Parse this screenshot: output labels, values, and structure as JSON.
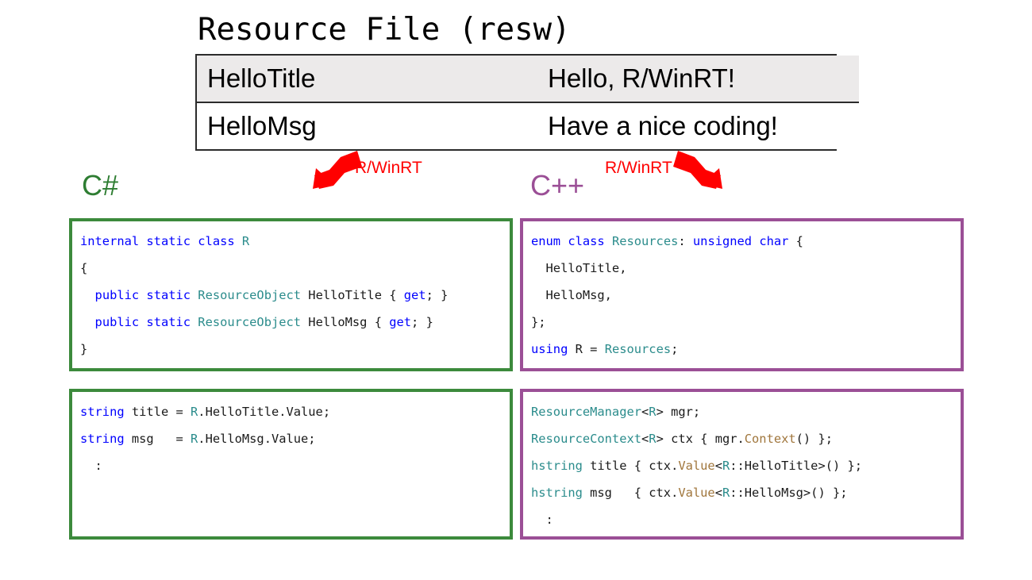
{
  "title": "Resource File (resw)",
  "resource_table": {
    "rows": [
      {
        "key": "HelloTitle",
        "value": "Hello, R/WinRT!"
      },
      {
        "key": "HelloMsg",
        "value": "Have a nice coding!"
      }
    ]
  },
  "languages": {
    "csharp": {
      "label": "C#",
      "color": "#2E7D32"
    },
    "cpp": {
      "label": "C++",
      "color": "#9B4F96"
    }
  },
  "annotations": {
    "left_arrow_label": "R/WinRT",
    "right_arrow_label": "R/WinRT",
    "arrow_color": "#FF0000"
  },
  "code_blocks": {
    "csharp_declaration": {
      "language": "C#",
      "border_color": "#3C8A3C",
      "lines": [
        [
          {
            "t": "internal ",
            "c": "kw"
          },
          {
            "t": "static ",
            "c": "kw"
          },
          {
            "t": "class ",
            "c": "kw"
          },
          {
            "t": "R",
            "c": "type"
          }
        ],
        [
          {
            "t": "{",
            "c": "pl"
          }
        ],
        [
          {
            "t": "  ",
            "c": "pl"
          },
          {
            "t": "public ",
            "c": "kw"
          },
          {
            "t": "static ",
            "c": "kw"
          },
          {
            "t": "ResourceObject ",
            "c": "type"
          },
          {
            "t": "HelloTitle { ",
            "c": "pl"
          },
          {
            "t": "get",
            "c": "kw"
          },
          {
            "t": "; }",
            "c": "pl"
          }
        ],
        [
          {
            "t": "  ",
            "c": "pl"
          },
          {
            "t": "public ",
            "c": "kw"
          },
          {
            "t": "static ",
            "c": "kw"
          },
          {
            "t": "ResourceObject ",
            "c": "type"
          },
          {
            "t": "HelloMsg { ",
            "c": "pl"
          },
          {
            "t": "get",
            "c": "kw"
          },
          {
            "t": "; }",
            "c": "pl"
          }
        ],
        [
          {
            "t": "}",
            "c": "pl"
          }
        ]
      ]
    },
    "cpp_declaration": {
      "language": "C++",
      "border_color": "#9B4F96",
      "lines": [
        [
          {
            "t": "enum ",
            "c": "kw"
          },
          {
            "t": "class ",
            "c": "kw"
          },
          {
            "t": "Resources",
            "c": "type"
          },
          {
            "t": ": ",
            "c": "pl"
          },
          {
            "t": "unsigned ",
            "c": "kw"
          },
          {
            "t": "char ",
            "c": "kw"
          },
          {
            "t": "{",
            "c": "pl"
          }
        ],
        [
          {
            "t": "  HelloTitle,",
            "c": "pl"
          }
        ],
        [
          {
            "t": "  HelloMsg,",
            "c": "pl"
          }
        ],
        [
          {
            "t": "};",
            "c": "pl"
          }
        ],
        [
          {
            "t": "using ",
            "c": "kw"
          },
          {
            "t": "R ",
            "c": "pl"
          },
          {
            "t": "= ",
            "c": "pl"
          },
          {
            "t": "Resources",
            "c": "type"
          },
          {
            "t": ";",
            "c": "pl"
          }
        ]
      ]
    },
    "csharp_usage": {
      "language": "C#",
      "border_color": "#3C8A3C",
      "lines": [
        [
          {
            "t": "string ",
            "c": "kw"
          },
          {
            "t": "title = ",
            "c": "pl"
          },
          {
            "t": "R",
            "c": "type"
          },
          {
            "t": ".HelloTitle.Value;",
            "c": "pl"
          }
        ],
        [
          {
            "t": "string ",
            "c": "kw"
          },
          {
            "t": "msg   = ",
            "c": "pl"
          },
          {
            "t": "R",
            "c": "type"
          },
          {
            "t": ".HelloMsg.Value;",
            "c": "pl"
          }
        ],
        [
          {
            "t": "  :",
            "c": "pl"
          }
        ]
      ]
    },
    "cpp_usage": {
      "language": "C++",
      "border_color": "#9B4F96",
      "lines": [
        [
          {
            "t": "ResourceManager",
            "c": "type"
          },
          {
            "t": "<",
            "c": "pl"
          },
          {
            "t": "R",
            "c": "type"
          },
          {
            "t": "> mgr;",
            "c": "pl"
          }
        ],
        [
          {
            "t": "ResourceContext",
            "c": "type"
          },
          {
            "t": "<",
            "c": "pl"
          },
          {
            "t": "R",
            "c": "type"
          },
          {
            "t": "> ctx { mgr.",
            "c": "pl"
          },
          {
            "t": "Context",
            "c": "fn"
          },
          {
            "t": "() };",
            "c": "pl"
          }
        ],
        [
          {
            "t": "hstring",
            "c": "type"
          },
          {
            "t": " title { ctx.",
            "c": "pl"
          },
          {
            "t": "Value",
            "c": "fn"
          },
          {
            "t": "<",
            "c": "pl"
          },
          {
            "t": "R",
            "c": "type"
          },
          {
            "t": "::HelloTitle>() };",
            "c": "pl"
          }
        ],
        [
          {
            "t": "hstring",
            "c": "type"
          },
          {
            "t": " msg   { ctx.",
            "c": "pl"
          },
          {
            "t": "Value",
            "c": "fn"
          },
          {
            "t": "<",
            "c": "pl"
          },
          {
            "t": "R",
            "c": "type"
          },
          {
            "t": "::HelloMsg>() };",
            "c": "pl"
          }
        ],
        [
          {
            "t": "  :",
            "c": "pl"
          }
        ]
      ]
    }
  }
}
